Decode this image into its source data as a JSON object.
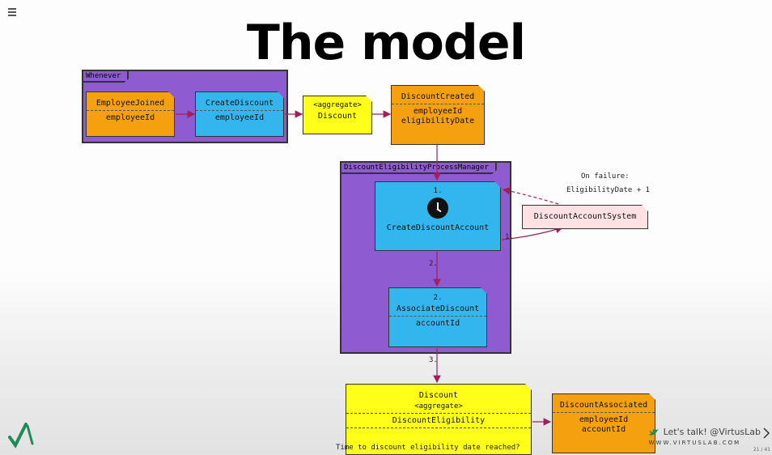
{
  "slide": {
    "title": "The model",
    "caption": "Time to discount eligibility date reached?",
    "page_number": "21 / 41"
  },
  "frames": {
    "whenever": "Whenever",
    "process_manager": "DiscountEligibilityProcessManager"
  },
  "notes": {
    "employee_joined": {
      "title": "EmployeeJoined",
      "field": "employeeId"
    },
    "create_discount": {
      "title": "CreateDiscount",
      "field": "employeeId"
    },
    "aggregate_discount": {
      "stereotype": "<aggregate>",
      "title": "Discount"
    },
    "discount_created": {
      "title": "DiscountCreated",
      "field1": "employeeId",
      "field2": "eligibilityDate"
    },
    "create_discount_account": {
      "step": "1.",
      "title": "CreateDiscountAccount"
    },
    "discount_account_system": {
      "title": "DiscountAccountSystem"
    },
    "associate_discount": {
      "step": "2.",
      "title": "AssociateDiscount",
      "field": "accountId"
    },
    "discount_bottom": {
      "title": "Discount",
      "stereotype": "<aggregate>",
      "method": "DiscountEligibility"
    },
    "discount_associated": {
      "title": "DiscountAssociated",
      "field1": "employeeId",
      "field2": "accountId"
    }
  },
  "labels": {
    "on_failure_1": "On failure:",
    "on_failure_2": "EligibilityDate + 1",
    "step_1_link": "1.",
    "step_2": "2.",
    "step_3": "3."
  },
  "branding": {
    "talk": "Let's talk! @VirtusLab",
    "site": "WWW.VIRTUSLAB.COM"
  },
  "colors": {
    "event": "#f5a00e",
    "command": "#33b6ee",
    "aggregate": "#ffff1a",
    "frame": "#8e5cd0",
    "external": "#fde1e3",
    "arrow": "#a0205a"
  }
}
